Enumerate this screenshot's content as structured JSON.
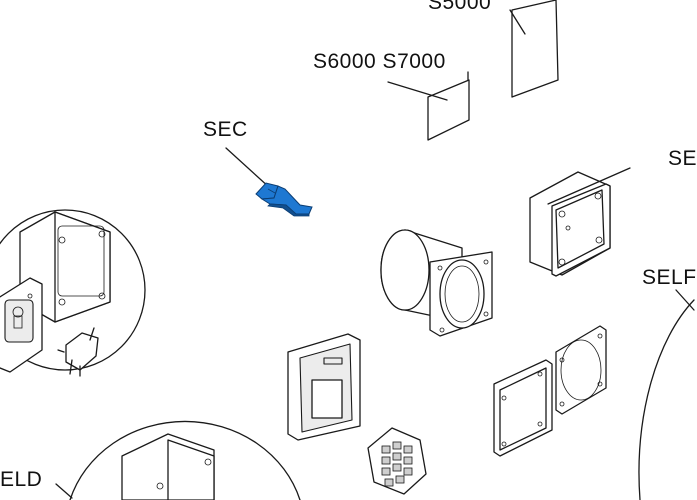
{
  "labels": {
    "s5000": "S5000",
    "s6000_s7000": "S6000 S7000",
    "sec": "SEC",
    "self_right_top": "SE",
    "self_right_mid": "SELF",
    "eld_bottom_left": "ELD"
  },
  "colors": {
    "highlight": "#1e78d2",
    "line": "#1a1a1a",
    "background": "#ffffff"
  }
}
